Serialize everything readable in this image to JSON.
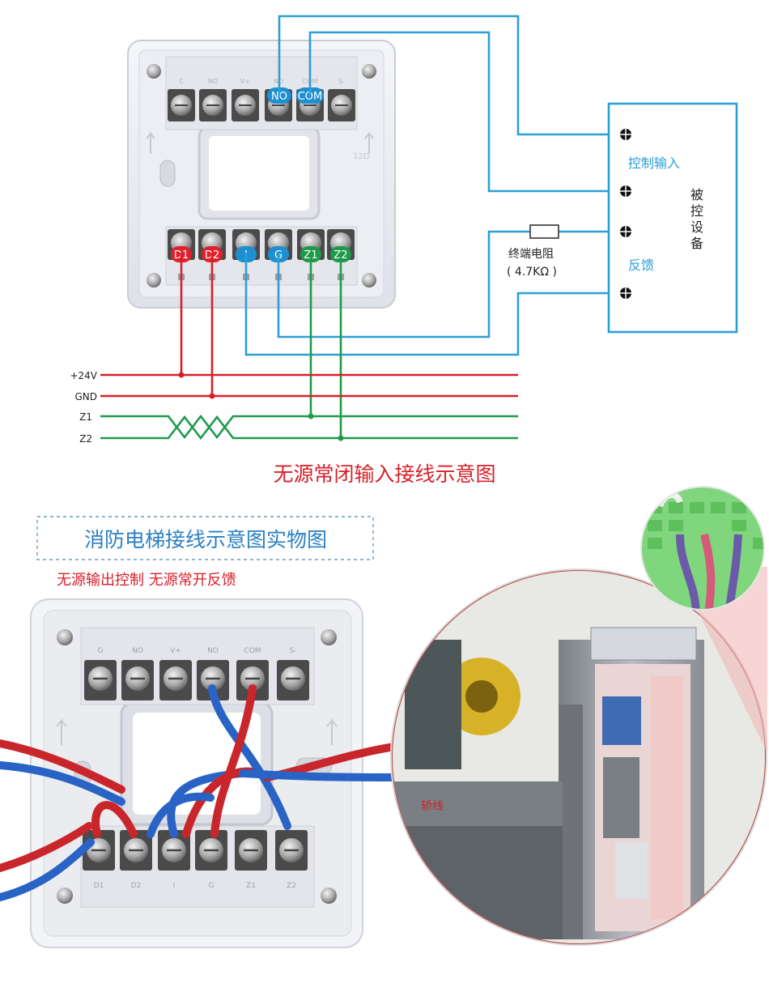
{
  "top_terminals": [
    "C",
    "NO",
    "V+",
    "NO",
    "COM",
    "S-"
  ],
  "top_badges": {
    "no": "NO",
    "com": "COM"
  },
  "bottom_terminals": [
    "D1",
    "D2",
    "I",
    "G",
    "Z1",
    "Z2"
  ],
  "board_mark": "12D",
  "controlled_device": {
    "title": "被控设备",
    "control_input": "控制输入",
    "feedback": "反馈"
  },
  "resistor": {
    "label": "终端电阻",
    "value": "( 4.7KΩ )"
  },
  "bus_lines": [
    "+24V",
    "GND",
    "Z1",
    "Z2"
  ],
  "diagram_caption": "无源常闭输入接线示意图",
  "photo_section": {
    "title": "消防电梯接线示意图实物图",
    "subtitle": "无源输出控制  无源常开反馈",
    "photo_top_labels": [
      "G",
      "NO",
      "V+",
      "NO",
      "COM",
      "S-"
    ],
    "photo_bottom_labels": [
      "D1",
      "D2",
      "I",
      "G",
      "Z1",
      "Z2"
    ],
    "rail_text": "轿线"
  },
  "colors": {
    "wire_blue": "#2d9fd6",
    "wire_red": "#d9202a",
    "wire_green": "#1f9a4a",
    "device_box": "#2a9fd8",
    "caption_red": "#d9202a",
    "section_title_blue": "#2b7fc4",
    "badge_blue": "#1e8fd0",
    "badge_red": "#e0202a",
    "badge_green": "#1f9a4a"
  }
}
